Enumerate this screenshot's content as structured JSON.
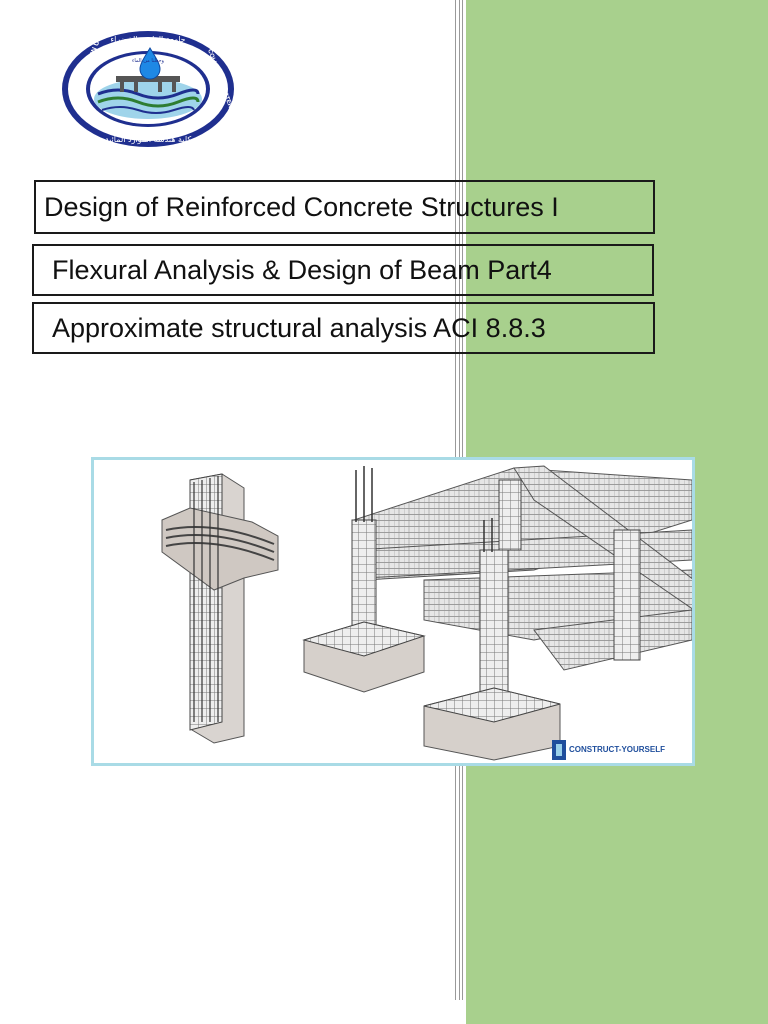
{
  "colors": {
    "green_band": "#a8d08d",
    "box_border": "#1a1a1a",
    "figure_border": "#a9dbe6"
  },
  "logo": {
    "icon": "university-seal-icon",
    "ring_text_left": "AL-QASIM GREEN UNIVERSITY",
    "ring_text_right": "COLLEGE OF WATER RESOURCES ENGINEERING",
    "ring_text_top": "جامعة القاسم الخضراء",
    "ring_text_bottom": "كلية هندسة الموارد المائية",
    "inner_text": "وجعلنا من الماء"
  },
  "titles": {
    "course": "Design of Reinforced Concrete Structures I",
    "topic": "Flexural Analysis & Design of Beam Part4",
    "subtopic": "Approximate structural analysis ACI 8.8.3"
  },
  "figure": {
    "description_icon": "rebar-frame-illustration",
    "watermark": "CONSTRUCT-YOURSELF"
  }
}
